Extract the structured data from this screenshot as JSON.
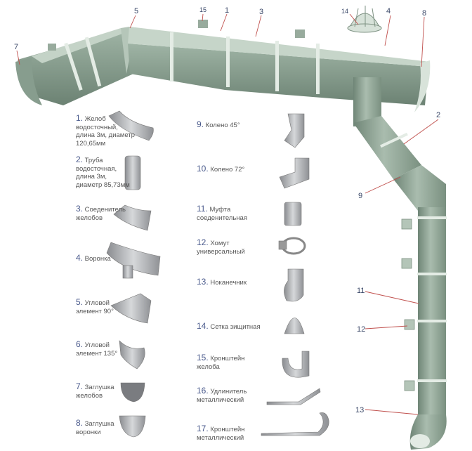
{
  "callouts": {
    "c7": "7",
    "c5": "5",
    "c15": "15",
    "c1": "1",
    "c3": "3",
    "c14": "14",
    "c4": "4",
    "c8": "8",
    "c2": "2",
    "c9": "9",
    "c11": "11",
    "c12": "12",
    "c13": "13"
  },
  "parts": [
    {
      "num": "1.",
      "text": "Желоб водосточный, длина 3м, диаметр 120,65мм"
    },
    {
      "num": "2.",
      "text": "Труба водосточная, длина 3м, диаметр 85,73мм"
    },
    {
      "num": "3.",
      "text": "Соеденитель желобов"
    },
    {
      "num": "4.",
      "text": "Воронка"
    },
    {
      "num": "5.",
      "text": "Угловой элемент 90°"
    },
    {
      "num": "6.",
      "text": "Угловой элемент 135°"
    },
    {
      "num": "7.",
      "text": "Заглушка желобов"
    },
    {
      "num": "8.",
      "text": "Заглушка воронки"
    },
    {
      "num": "9.",
      "text": "Колено 45°"
    },
    {
      "num": "10.",
      "text": "Колено 72°"
    },
    {
      "num": "11.",
      "text": "Муфта соеденительная"
    },
    {
      "num": "12.",
      "text": "Хомут универсальный"
    },
    {
      "num": "13.",
      "text": "Ноканечник"
    },
    {
      "num": "14.",
      "text": "Сетка зищитная"
    },
    {
      "num": "15.",
      "text": "Кронштейн желоба"
    },
    {
      "num": "16.",
      "text": "Удлинитель металлический"
    },
    {
      "num": "17.",
      "text": "Кронштейн металлический"
    }
  ],
  "colors": {
    "gutter": "#8fa596",
    "gutter_dark": "#6f8576",
    "gutter_light": "#c9d8cc",
    "part": "#a9abae",
    "callout_line": "#c0504d",
    "number": "#4a5a8c"
  }
}
